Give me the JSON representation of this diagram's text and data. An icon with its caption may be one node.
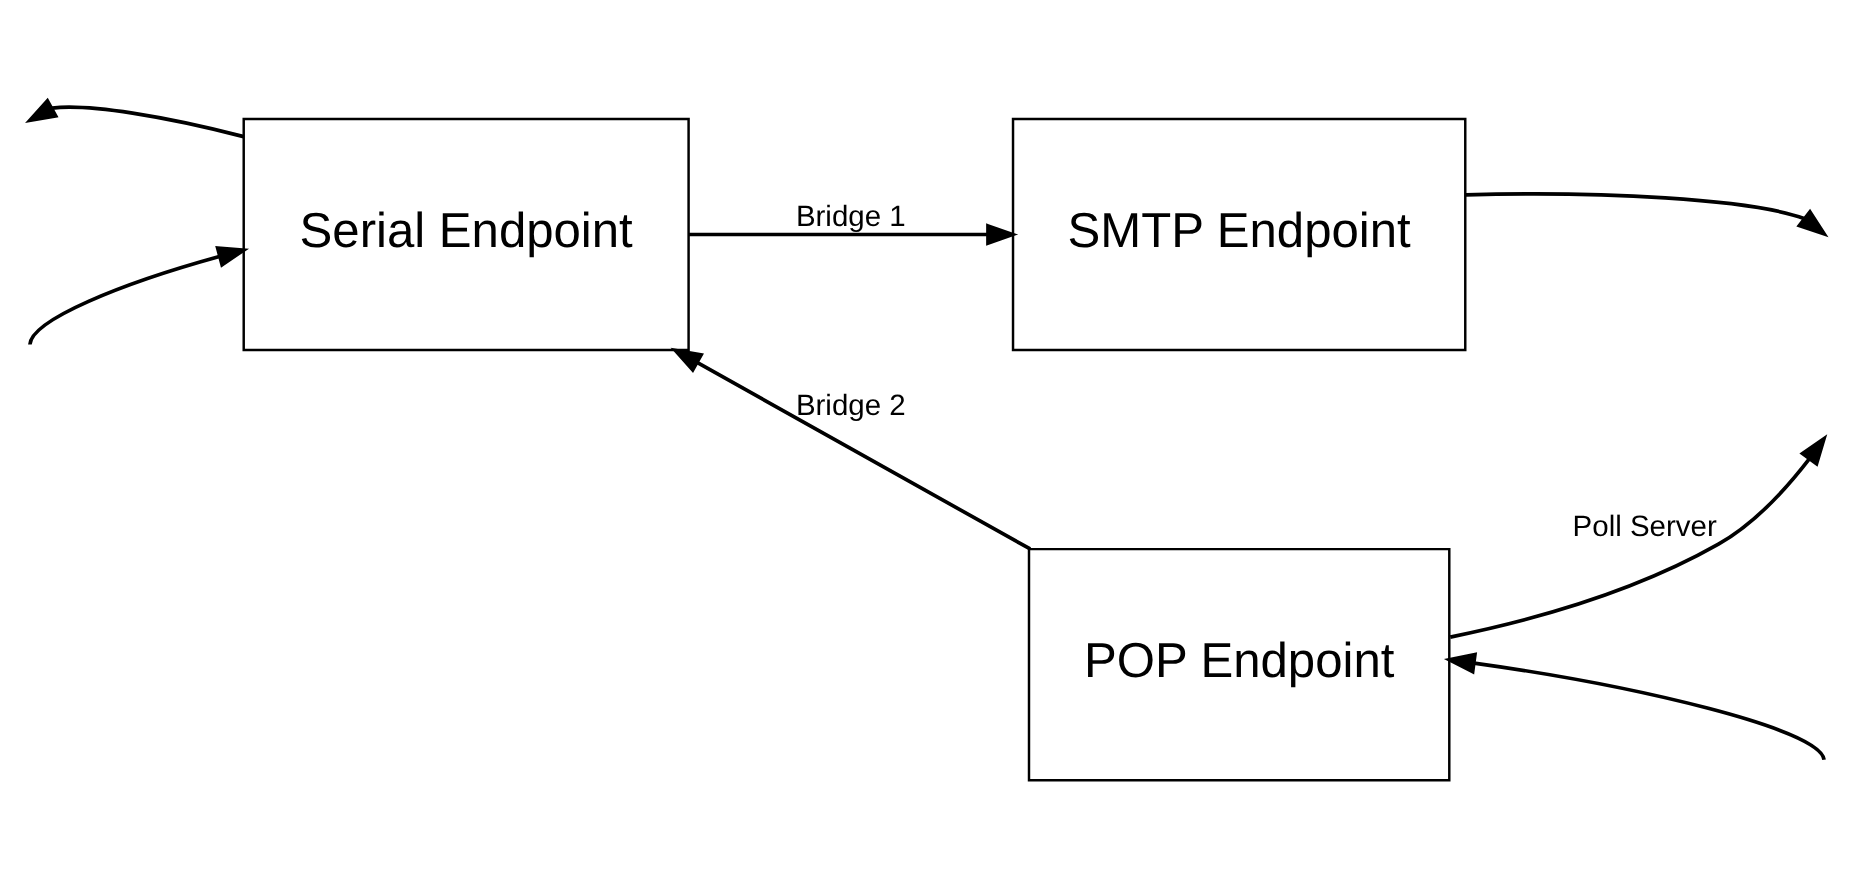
{
  "diagram": {
    "nodes": [
      {
        "text": [
          "Serial Endpoint"
        ]
      },
      {
        "text": [
          "SMTP Endpoint"
        ]
      },
      {
        "text": [
          "POP Endpoint"
        ]
      }
    ],
    "edges": [
      {
        "from": null,
        "to": 0,
        "arrow": "to"
      },
      {
        "from": 0,
        "to": null,
        "arrow": "to"
      },
      {
        "from": 0,
        "to": 1,
        "arrow": "to",
        "label": "Bridge 1"
      },
      {
        "from": 2,
        "to": 0,
        "arrow": "to",
        "label": "Bridge 2"
      },
      {
        "from": 1,
        "to": null,
        "arrow": "to"
      },
      {
        "from": 2,
        "to": null,
        "arrow": "to",
        "label": "Poll Server"
      },
      {
        "from": null,
        "to": 2,
        "arrow": "to"
      }
    ]
  }
}
